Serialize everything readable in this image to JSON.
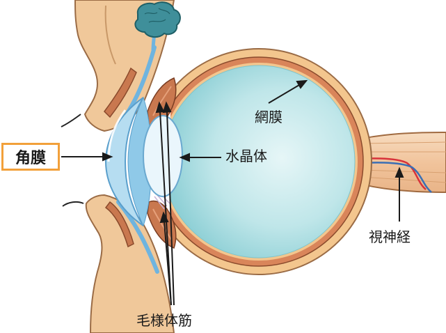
{
  "labels": {
    "cornea": "角膜",
    "retina": "網膜",
    "lens": "水晶体",
    "optic_nerve": "視神経",
    "ciliary_muscle": "毛様体筋"
  },
  "colors": {
    "highlight_box": "#f2a03a",
    "sclera": "#f3c68e",
    "choroid": "#d9855a",
    "vitreous": "#a8dde0",
    "cornea": "#b6ddf1",
    "lens": "#eaf6fc",
    "eyelid_skin": "#f0c89a",
    "brain_tissue": "#3f8f9a",
    "optic_nerve": "#f1c49c",
    "artery": "#d8323a",
    "vein": "#3a6fb5"
  }
}
